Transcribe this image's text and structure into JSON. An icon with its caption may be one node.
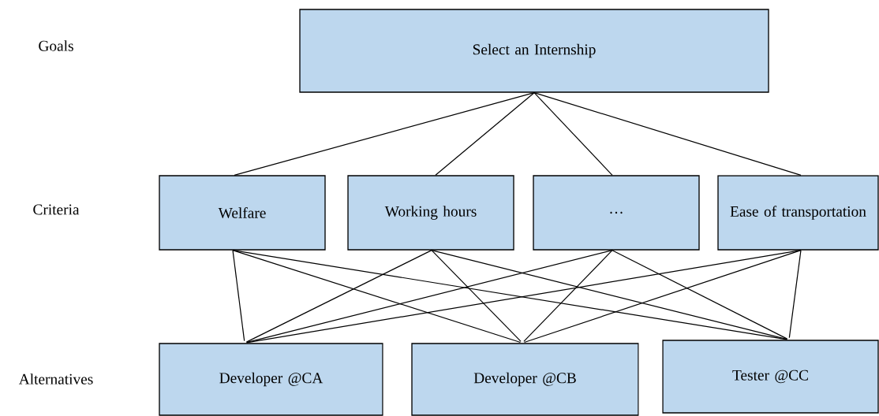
{
  "diagram": {
    "nodes": [
      {
        "text": [
          "Select an Internship"
        ]
      },
      {
        "text": [
          "Welfare"
        ]
      },
      {
        "text": [
          "Working hours"
        ]
      },
      {
        "text": [
          "…"
        ]
      },
      {
        "text": [
          "Ease of transportation"
        ]
      },
      {
        "text": [
          "Developer @CA"
        ]
      },
      {
        "text": [
          "Developer @CB"
        ]
      },
      {
        "text": [
          "Tester @CC"
        ]
      }
    ],
    "edges": [
      {
        "from": 0,
        "to": 1,
        "arrow": "none"
      },
      {
        "from": 0,
        "to": 2,
        "arrow": "none"
      },
      {
        "from": 0,
        "to": 3,
        "arrow": "none"
      },
      {
        "from": 0,
        "to": 4,
        "arrow": "none"
      },
      {
        "from": 1,
        "to": 5,
        "arrow": "none"
      },
      {
        "from": 1,
        "to": 6,
        "arrow": "none"
      },
      {
        "from": 1,
        "to": 7,
        "arrow": "none"
      },
      {
        "from": 2,
        "to": 5,
        "arrow": "none"
      },
      {
        "from": 2,
        "to": 6,
        "arrow": "none"
      },
      {
        "from": 2,
        "to": 7,
        "arrow": "none"
      },
      {
        "from": 3,
        "to": 5,
        "arrow": "none"
      },
      {
        "from": 3,
        "to": 6,
        "arrow": "none"
      },
      {
        "from": 3,
        "to": 7,
        "arrow": "none"
      },
      {
        "from": 4,
        "to": 5,
        "arrow": "none"
      },
      {
        "from": 4,
        "to": 6,
        "arrow": "none"
      },
      {
        "from": 4,
        "to": 7,
        "arrow": "none"
      }
    ],
    "labels": [
      "Goals",
      "Criteria",
      "Alternatives"
    ]
  }
}
